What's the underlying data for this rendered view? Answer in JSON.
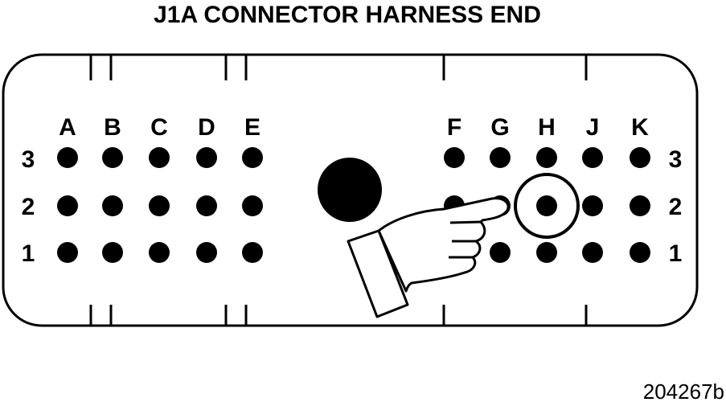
{
  "title": "J1A CONNECTOR HARNESS END",
  "figure_id": "204267b",
  "connector": {
    "columns": [
      "A",
      "B",
      "C",
      "D",
      "E",
      "F",
      "G",
      "H",
      "J",
      "K"
    ],
    "rows": [
      "3",
      "2",
      "1"
    ],
    "highlighted_pin": {
      "column": "H",
      "row": "2"
    },
    "pointer": "pointing-hand-icon"
  },
  "colors": {
    "ink": "#000000",
    "background": "#ffffff"
  }
}
